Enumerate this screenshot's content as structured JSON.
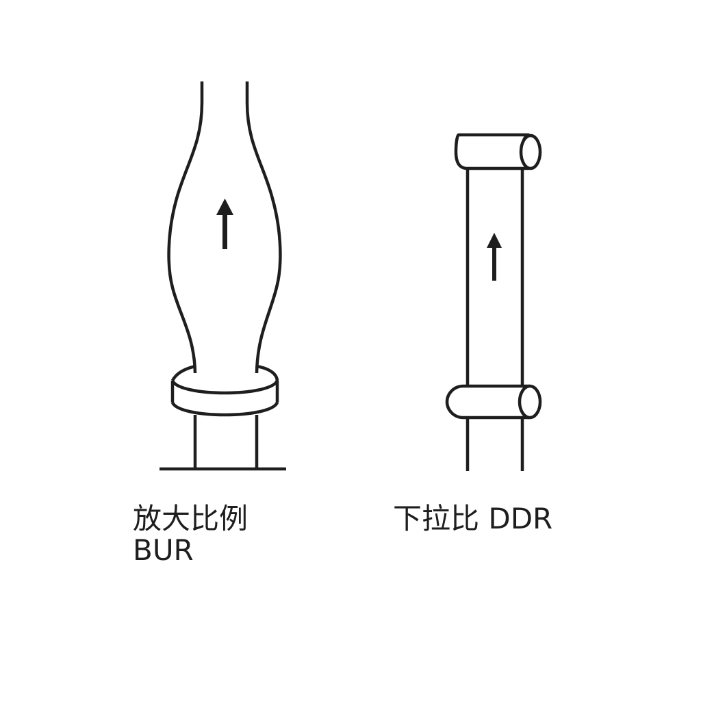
{
  "diagram": {
    "stroke_color": "#1e1e1e",
    "background_color": "#ffffff",
    "left_figure": {
      "name": "blown-film bubble",
      "label_zh": "放大比例",
      "label_en": "BUR",
      "arrow_direction": "up"
    },
    "right_figure": {
      "name": "draw-down film between rollers",
      "label_zh": "下拉比",
      "label_en": "DDR",
      "arrow_direction": "up"
    }
  }
}
